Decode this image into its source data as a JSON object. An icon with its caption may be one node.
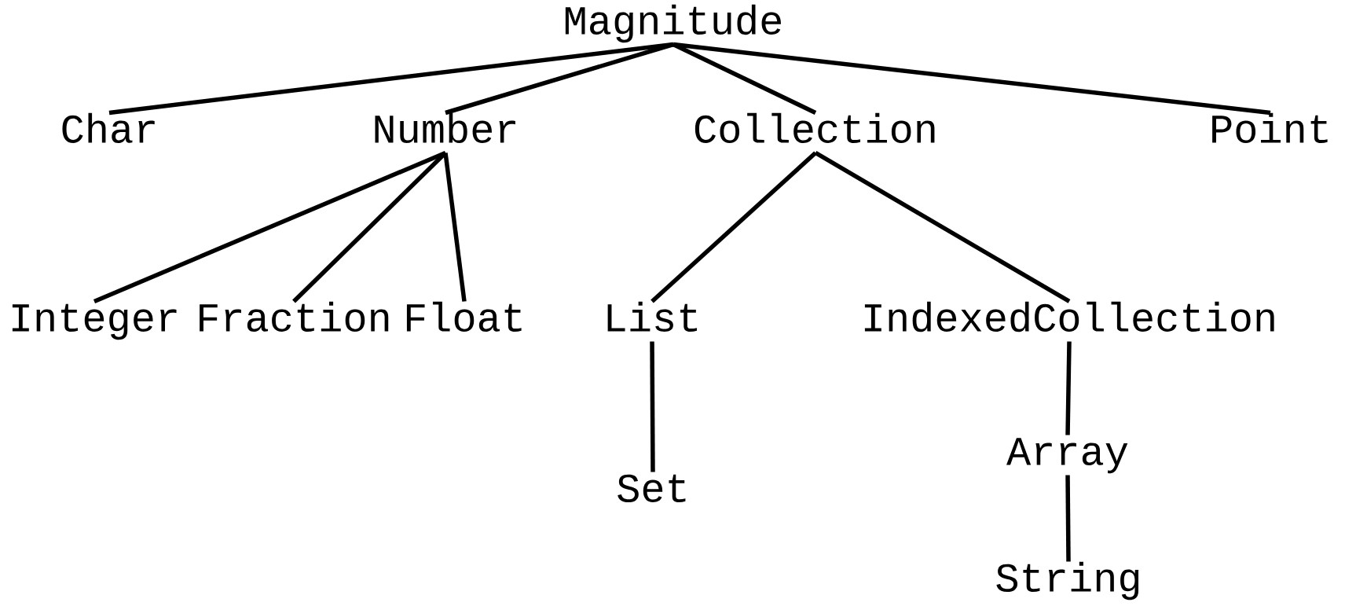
{
  "diagram": {
    "nodes": [
      {
        "text": [
          "Magnitude"
        ]
      },
      {
        "text": [
          "Char"
        ]
      },
      {
        "text": [
          "Number"
        ]
      },
      {
        "text": [
          "Collection"
        ]
      },
      {
        "text": [
          "Point"
        ]
      },
      {
        "text": [
          "Integer"
        ]
      },
      {
        "text": [
          "Fraction"
        ]
      },
      {
        "text": [
          "Float"
        ]
      },
      {
        "text": [
          "List"
        ]
      },
      {
        "text": [
          "IndexedCollection"
        ]
      },
      {
        "text": [
          "Set"
        ]
      },
      {
        "text": [
          "Array"
        ]
      },
      {
        "text": [
          "String"
        ]
      }
    ],
    "edges": [
      {
        "from": 0,
        "to": 1,
        "arrow": "none"
      },
      {
        "from": 0,
        "to": 2,
        "arrow": "none"
      },
      {
        "from": 0,
        "to": 3,
        "arrow": "none"
      },
      {
        "from": 0,
        "to": 4,
        "arrow": "none"
      },
      {
        "from": 2,
        "to": 5,
        "arrow": "none"
      },
      {
        "from": 2,
        "to": 6,
        "arrow": "none"
      },
      {
        "from": 2,
        "to": 7,
        "arrow": "none"
      },
      {
        "from": 3,
        "to": 8,
        "arrow": "none"
      },
      {
        "from": 3,
        "to": 9,
        "arrow": "none"
      },
      {
        "from": 8,
        "to": 10,
        "arrow": "none"
      },
      {
        "from": 9,
        "to": 11,
        "arrow": "none"
      },
      {
        "from": 11,
        "to": 12,
        "arrow": "none"
      }
    ]
  }
}
